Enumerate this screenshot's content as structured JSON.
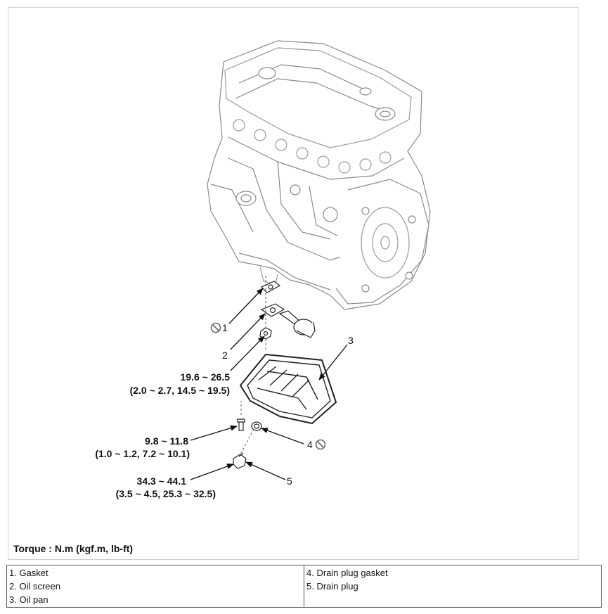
{
  "callouts": [
    {
      "number": "1",
      "name": "Gasket",
      "prohibit": true
    },
    {
      "number": "2",
      "name": "Oil screen",
      "prohibit": false
    },
    {
      "number": "3",
      "name": "Oil pan",
      "prohibit": false
    },
    {
      "number": "4",
      "name": "Drain plug gasket",
      "prohibit": true
    },
    {
      "number": "5",
      "name": "Drain plug",
      "prohibit": false
    }
  ],
  "torques": [
    {
      "nm": "19.6 ~ 26.5",
      "alt": "(2.0 ~ 2.7, 14.5 ~ 19.5)"
    },
    {
      "nm": "9.8 ~ 11.8",
      "alt": "(1.0 ~ 1.2, 7.2 ~ 10.1)"
    },
    {
      "nm": "34.3 ~ 44.1",
      "alt": "(3.5 ~ 4.5, 25.3 ~ 32.5)"
    }
  ],
  "torque_note": "Torque : N.m (kgf.m, lb-ft)",
  "legend": {
    "left": [
      "1. Gasket",
      "2. Oil screen",
      "3. Oil pan"
    ],
    "right": [
      "4. Drain plug gasket",
      "5. Drain plug"
    ]
  }
}
